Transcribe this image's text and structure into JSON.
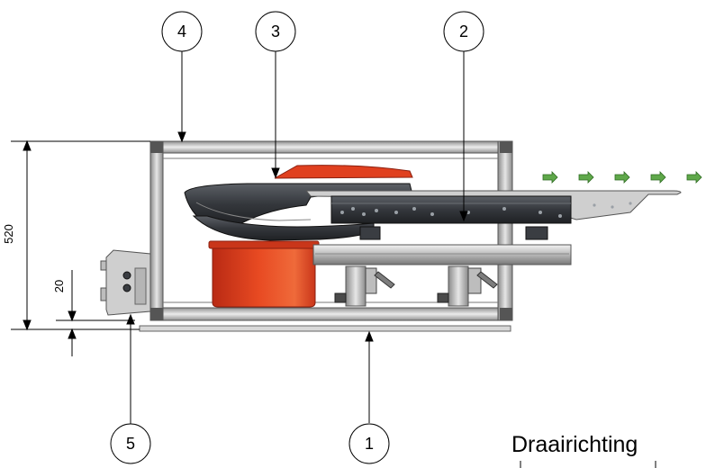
{
  "callouts": [
    {
      "label": "1"
    },
    {
      "label": "2"
    },
    {
      "label": "3"
    },
    {
      "label": "4"
    },
    {
      "label": "5"
    }
  ],
  "dimensions": {
    "height": "520",
    "offset": "20"
  },
  "caption": "Draairichting",
  "colors": {
    "bowl": "#e0401f",
    "bowl_dark": "#9c2412",
    "frame": "#a8a8a8",
    "frame_dark": "#555555",
    "track": "#3a3d42",
    "flow_arrow": "#5fa84a"
  }
}
